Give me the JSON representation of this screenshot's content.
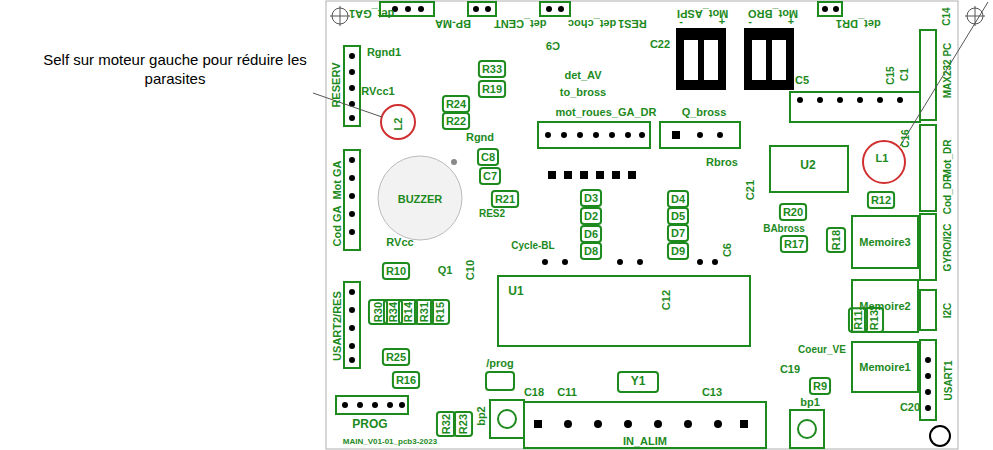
{
  "diagram": {
    "labels": [
      "Self sur moteur gauche pour réduire les parasites",
      "det_GA1",
      "BP-MA",
      "det_CENT",
      "det_choc",
      "RES1",
      "det_AV",
      "Mot_ASPI",
      "Mot_BRO",
      "det_DR1",
      "-",
      "+",
      "-",
      "+",
      "C9",
      "C22",
      "C14",
      "C1",
      "C15",
      "C16",
      "MAX232 PC",
      "C5",
      "RESERV",
      "Rgnd1",
      "RVcc1",
      "L2",
      "R33",
      "R19",
      "R24",
      "R22",
      "Rgnd",
      "C8",
      "C7",
      "BUZZER",
      "R21",
      "RES2",
      "Cycle-BL",
      "Mot GA",
      "Cod GA",
      "RVcc",
      "R10",
      "Q1",
      "C10",
      "U1",
      "USART2/RES",
      "R30",
      "R34",
      "R14",
      "R31",
      "R15",
      "R25",
      "R16",
      "/prog",
      "PROG",
      "R32",
      "R23",
      "bp2",
      "MAIN_V01-01_pcb3-2023",
      "IN_ALIM",
      "to_bross",
      "mot_roues_GA_DR",
      "Q_bross",
      "Rbros",
      "U2",
      "L1",
      "R12",
      "D3",
      "D2",
      "D6",
      "D8",
      "D4",
      "D5",
      "D7",
      "D9",
      "C21",
      "C6",
      "R20",
      "BAbross",
      "R17",
      "R18",
      "Memoire3",
      "Memoire2",
      "Memoire1",
      "Mot_DR",
      "Cod_DR",
      "GYRO/I2C",
      "I2C",
      "USART1",
      "C12",
      "R11",
      "R13",
      "Coeur_VE",
      "C18",
      "C11",
      "Y1",
      "C13",
      "C19",
      "R9",
      "bp1",
      "C20"
    ]
  }
}
